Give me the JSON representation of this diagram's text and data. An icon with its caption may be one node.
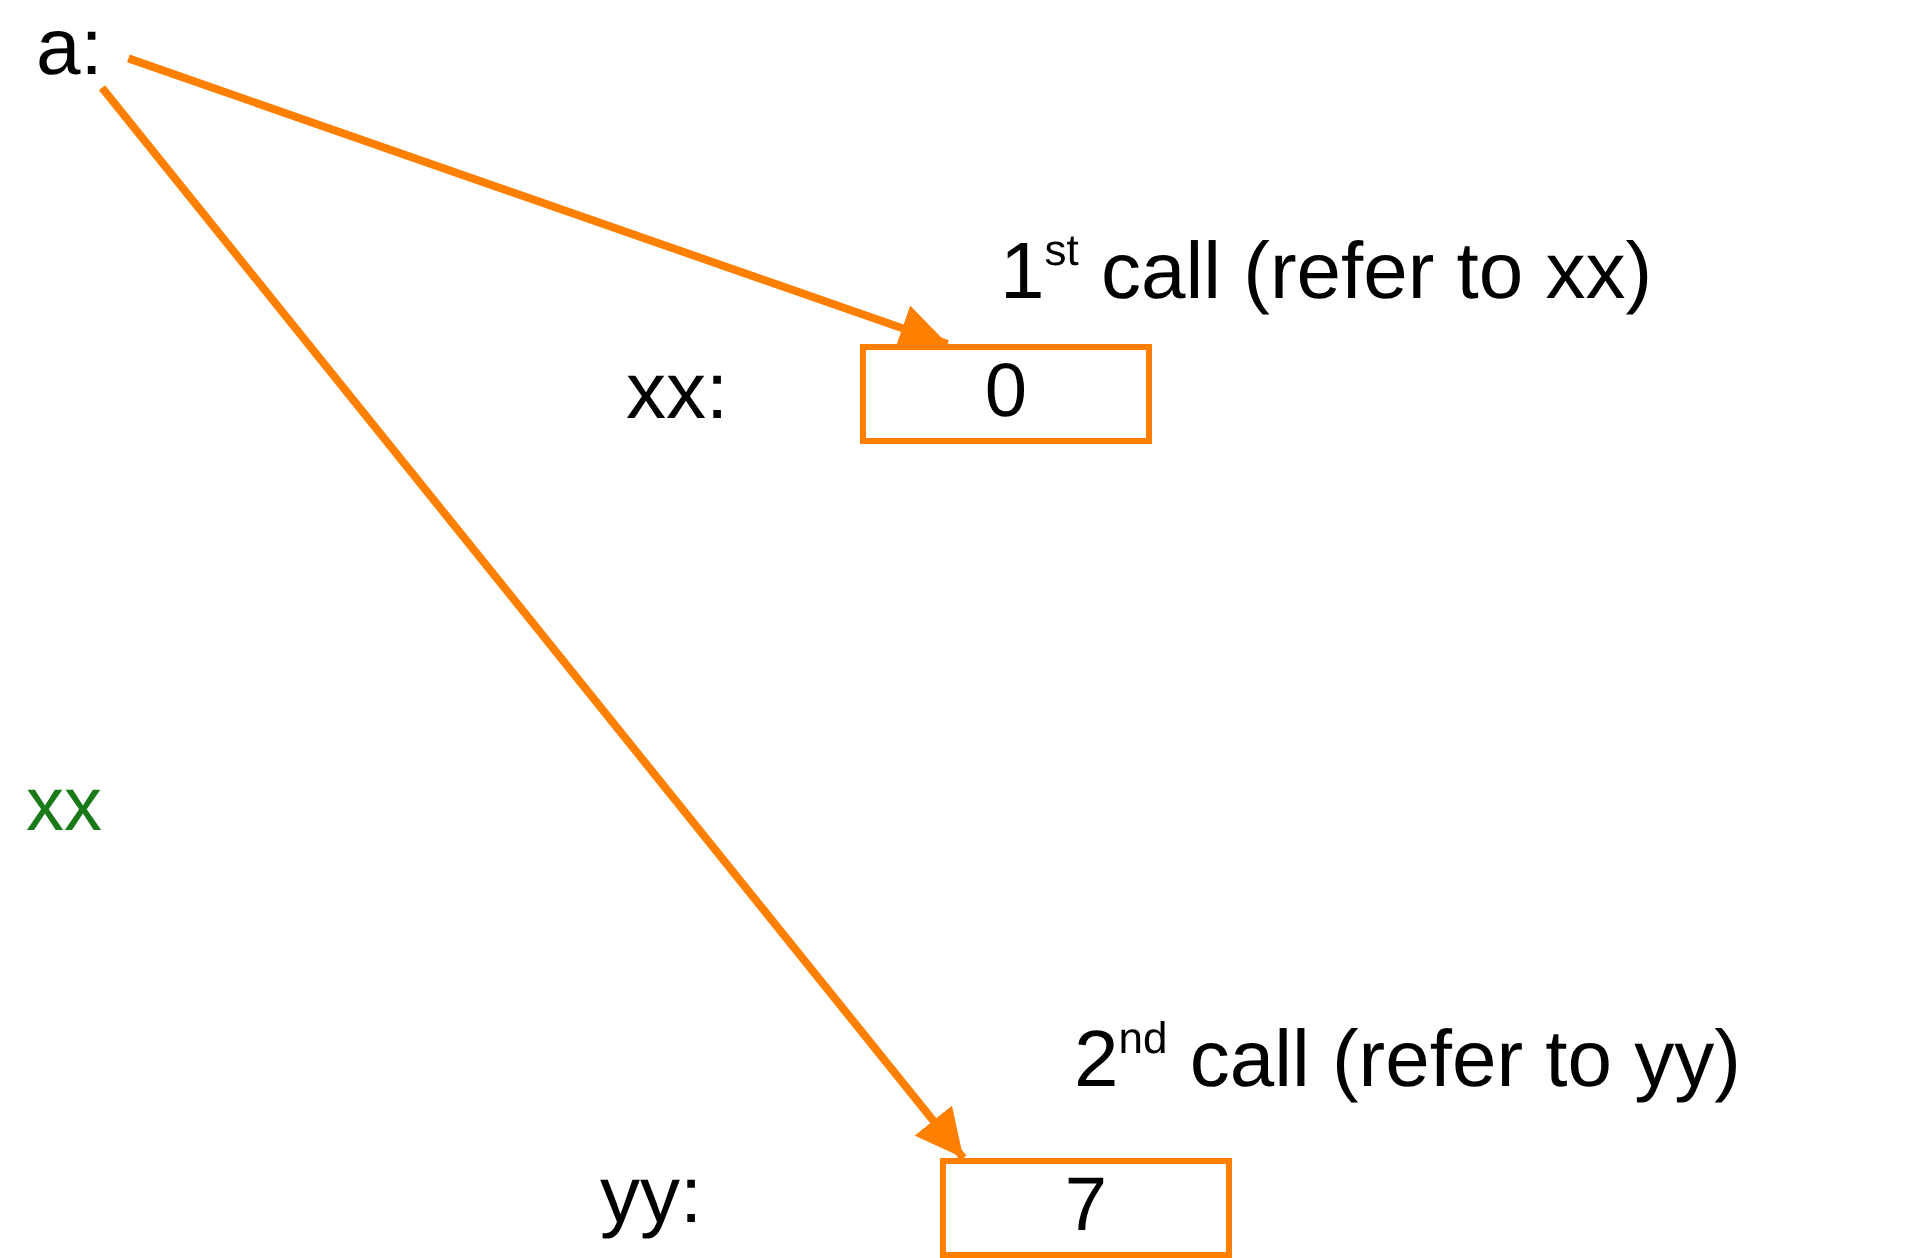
{
  "diagram": {
    "nodes": [
      {
        "text": [
          "a:"
        ]
      },
      {
        "text": [
          "0"
        ],
        "beside": [
          "xx:"
        ]
      },
      {
        "text": [
          "7"
        ],
        "beside": [
          "yy:"
        ]
      }
    ],
    "edges": [
      {
        "from": 0,
        "to": 1,
        "arrow": "to"
      },
      {
        "from": 0,
        "to": 2,
        "arrow": "to"
      }
    ],
    "labels": [
      "1$^{st}$ call (refer to xx)",
      "xx",
      "2$^{nd}$ call (refer to yy)"
    ]
  }
}
